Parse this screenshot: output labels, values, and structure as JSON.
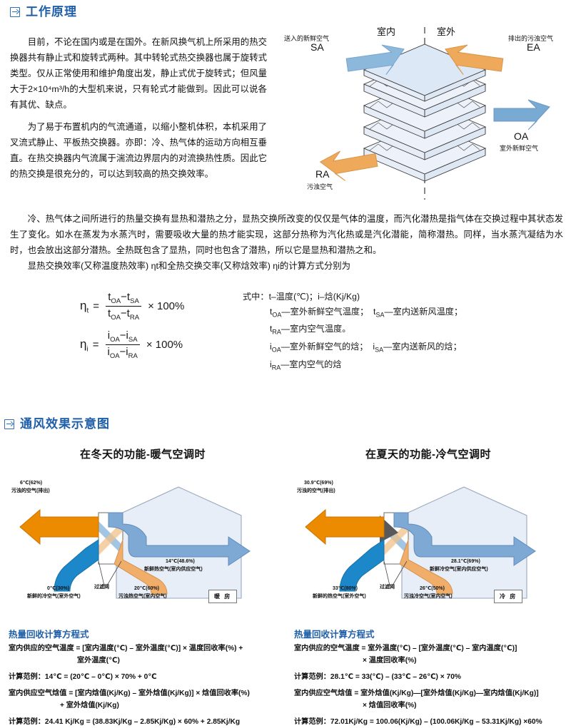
{
  "sections": {
    "principle": {
      "icon": "arrow-in-box-icon",
      "title": "工作原理"
    },
    "ventilation": {
      "icon": "arrow-in-box-icon",
      "title": "通风效果示意图"
    }
  },
  "principle": {
    "paragraphs": [
      "目前，不论在国内或是在国外。在新风换气机上所采用的热交换器共有静止式和旋转式两种。其中转轮式热交换器也属于旋转式类型。仅从正常使用和维护角度出发，静止式优于旋转式；但风量大于2×10⁴m³/h的大型机来说，只有轮式才能做到。因此可以说各有其优、缺点。",
      "为了易于布置机内的气流通道，以缩小整机体积，本机采用了叉流式静止、平板热交换器。亦即：冷、热气体的运动方向相互垂直。在热交换器内气流属于湍流边界层内的对流换热性质。因此它的热交换是很充分的，可以达到较高的热交换效率。"
    ],
    "mid_paragraphs": [
      "冷、热气体之间所进行的热量交换有显热和潜热之分，显热交换所改变的仅仅是气体的温度，而汽化潜热是指气体在交换过程中其状态发生了变化。如水在蒸发为水蒸汽时，需要吸收大量的热才能实现，这部分热称为汽化热或是汽化潜能，简称潜热。同样，当水蒸汽凝结为水时，也会放出这部分潜热。全热既包含了显热，同时也包含了潜热，所以它是显热和潜热之和。",
      "显热交换效率(又称温度热效率) ηt和全热交换交率(又称焓效率) ηi的计算方式分别为"
    ]
  },
  "core_diagram": {
    "zone_indoor": "室内",
    "zone_outdoor": "室外",
    "arrows": [
      {
        "code": "SA",
        "label": "送入的新鲜空气",
        "color": "#8CB8DC",
        "direction": "out-left"
      },
      {
        "code": "EA",
        "label": "排出的污浊空气",
        "color": "#EFA95A",
        "direction": "out-right"
      },
      {
        "code": "OA",
        "label": "室外新鲜空气",
        "color": "#79AAD4",
        "direction": "in-left"
      },
      {
        "code": "RA",
        "label": "污浊空气",
        "color": "#EFA95A",
        "direction": "in-right"
      }
    ]
  },
  "formulas": {
    "eta_t": {
      "symbol": "η",
      "sub": "t",
      "num": "tOA−tSA",
      "den": "tOA−tRA",
      "mul": "× 100%"
    },
    "eta_i": {
      "symbol": "η",
      "sub": "i",
      "num": "iOA−iSA",
      "den": "iOA−iRA",
      "mul": "× 100%"
    },
    "legend_head": "式中：",
    "legend_lines": [
      "t–温度(℃)；i–焓(Kj/Kg)",
      "tOA—室外新鲜空气温度；  tSA—室内送新风温度；",
      "tRA—室内空气温度。",
      "iOA—室外新鲜空气的焓；  iSA—室内送新风的焓；",
      "iRA—室内空气的焓"
    ]
  },
  "winter": {
    "title": "在冬天的功能-暖气空调时",
    "room_tag": "暖 房",
    "filter_label": "过滤网",
    "labels": {
      "exhaust": {
        "value": "6℃(62%)",
        "text": "污浊的空气(排出)"
      },
      "supply": {
        "value": "14℃(48.6%)",
        "text": "新鲜热空气(室内供应空气)"
      },
      "intake": {
        "value": "0℃(30%)",
        "text": "新鲜的冷空气(室外空气)"
      },
      "return": {
        "value": "20℃(60%)",
        "text": "污浊热空气(室内空气)"
      }
    },
    "calc": {
      "title": "热量回收计算方程式",
      "lines": [
        "室内供应的空气温度 = [室内温度(℃) – 室外温度(℃)] × 温度回收率(%) +",
        "室外温度(℃)",
        "计算范例：14℃ = (20℃ – 0℃) × 70% + 0℃",
        "室内供应空气焓值 = [室内焓值(Kj/Kg) – 室外焓值(Kj/Kg)] × 焓值回收率(%)",
        "+ 室外焓值(Kj/Kg)",
        "计算范例：24.41 Kj/Kg = (38.83Kj/Kg – 2.85Kj/Kg) × 60% + 2.85Kj/Kg"
      ]
    }
  },
  "summer": {
    "title": "在夏天的功能-冷气空调时",
    "room_tag": "冷 房",
    "filter_label": "过滤网",
    "labels": {
      "exhaust": {
        "value": "30.9℃(69%)",
        "text": "污浊的空气(排出)"
      },
      "supply": {
        "value": "28.1℃(69%)",
        "text": "新鲜冷空气(室内供应空气)"
      },
      "intake": {
        "value": "33℃(80%)",
        "text": "新鲜的热空气(室外空气)"
      },
      "return": {
        "value": "26℃(50%)",
        "text": "污浊冷空气(室内空气)"
      }
    },
    "calc": {
      "title": "热量回收计算方程式",
      "lines": [
        "室内供应的空气温度 = 室外温度(℃) – [室外温度(℃) – 室内温度(℃)]",
        "× 温度回收率(%)",
        "计算范例：28.1℃ = 33(℃) – (33℃ – 26℃) × 70%",
        "室内供应空气焓值 = 室外焓值(Kj/Kg)—[室外焓值(Kj/Kg)—室内焓值(Kj/Kg)]",
        "× 焓值回收率(%)",
        "计算范例：72.01Kj/Kg = 100.06(Kj/Kg) – (100.06Kj/Kg – 53.31Kj/Kg) ×60%"
      ]
    }
  },
  "colors": {
    "heading_blue": "#1f5fa8",
    "arrow_orange": "#ED8B00",
    "arrow_blue": "#1C87C9",
    "arrow_blue_soft": "#7EA9D4",
    "arrow_orange_soft": "#F0AE6A",
    "house_fill": "#E8EEF7"
  }
}
